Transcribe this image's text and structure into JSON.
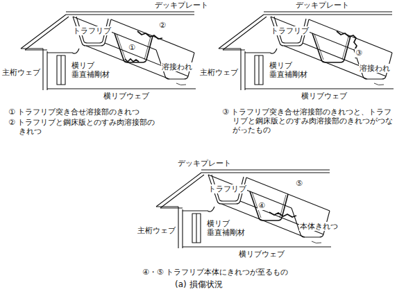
{
  "diagram": {
    "caption": "(a) 損傷状況",
    "labels": [
      "デッキプレート",
      "トラフリブ",
      "①",
      "②",
      "溶接われ",
      "主桁ウェブ",
      "横リブ 垂直補剛材",
      "横リブウェブ",
      "① トラフリブ突き合せ溶接部のきれつ",
      "② トラフリブと鋼床版とのすみ肉溶接部のきれつ",
      "デッキプレート",
      "トラフリブ",
      "③",
      "溶接われ",
      "主桁ウェブ",
      "横リブ 垂直補剛材",
      "横リブウェブ",
      "③ トラフリブ突き合せ溶接部のきれつと、トラフリブと鋼床版とのすみ肉溶接部のきれつがつながったもの",
      "デッキプレート",
      "トラフリブ",
      "④",
      "⑤",
      "本体きれつ",
      "主桁ウェブ",
      "横リブ 垂直補剛材",
      "横リブウェブ",
      "④・⑤ トラフリブ本体にきれつが至るもの"
    ]
  }
}
